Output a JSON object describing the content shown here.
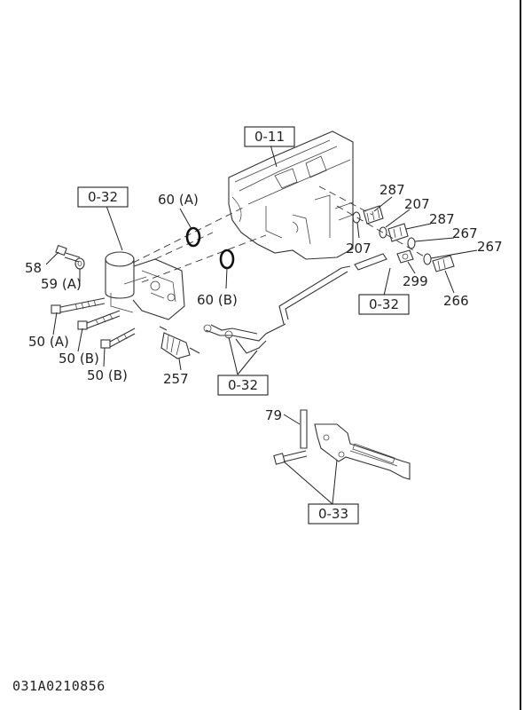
{
  "ref_boxes": {
    "o11": "0-11",
    "o32_top": "0-32",
    "o32_right": "0-32",
    "o32_bottom": "0-32",
    "o33": "0-33"
  },
  "part_labels": {
    "p58": "58",
    "p59a": "59 (A)",
    "p50a": "50 (A)",
    "p50b1": "50 (B)",
    "p50b2": "50 (B)",
    "p60a": "60 (A)",
    "p60b": "60 (B)",
    "p257": "257",
    "p287a": "287",
    "p207a": "207",
    "p207b": "207",
    "p287b": "287",
    "p267a": "267",
    "p267b": "267",
    "p299": "299",
    "p266": "266",
    "p79": "79"
  },
  "footer": {
    "drawing_code": "031A0210856"
  }
}
